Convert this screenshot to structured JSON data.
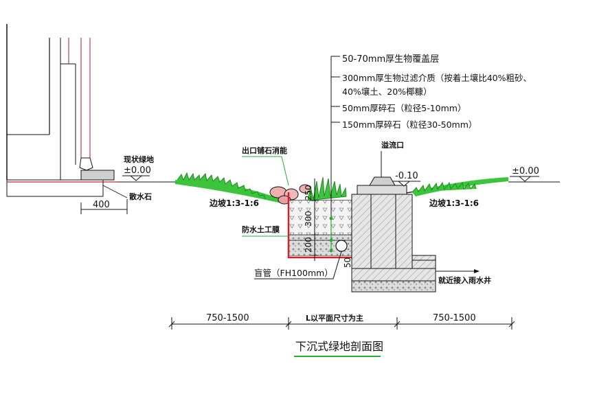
{
  "title": "下沉式绿地剖面图",
  "layers": [
    "50-70mm厚生物覆盖层",
    "300mm厚生物过滤介质（按着土壤比40%粗砂、",
    "40%壤土、20%椰糠）",
    "50mm厚碎石（粒径5-10mm）",
    "150mm厚碎石（粒径30-50mm）"
  ],
  "labels": {
    "existing_green": "现状绿地",
    "elev_left": "±0.00",
    "scatter_stone": "散水石",
    "dim_400": "400",
    "slope_left": "边坡1:3-1:6",
    "outlet_stone": "出口铺石消能",
    "overflow": "溢流口",
    "elev_overflow": "-0.10",
    "elev_right": "±0.00",
    "slope_right": "边坡1:3-1:6",
    "geomembrane": "防水土工膜",
    "blind_pipe": "盲管（FH100mm）",
    "connect_well": "就近接入雨水井",
    "dim_250": "250",
    "dim_300": "300",
    "dim_200": "200",
    "dim_50": "50",
    "dim_left": "750-1500",
    "dim_mid": "L以平面尺寸为主",
    "dim_right": "750-1500"
  },
  "colors": {
    "grass": "#3cc43c",
    "grass_dark": "#1f8a1f",
    "membrane": "#d4202a",
    "leader": "#22b033",
    "stone": "#e8a0a0",
    "text": "#111111"
  }
}
